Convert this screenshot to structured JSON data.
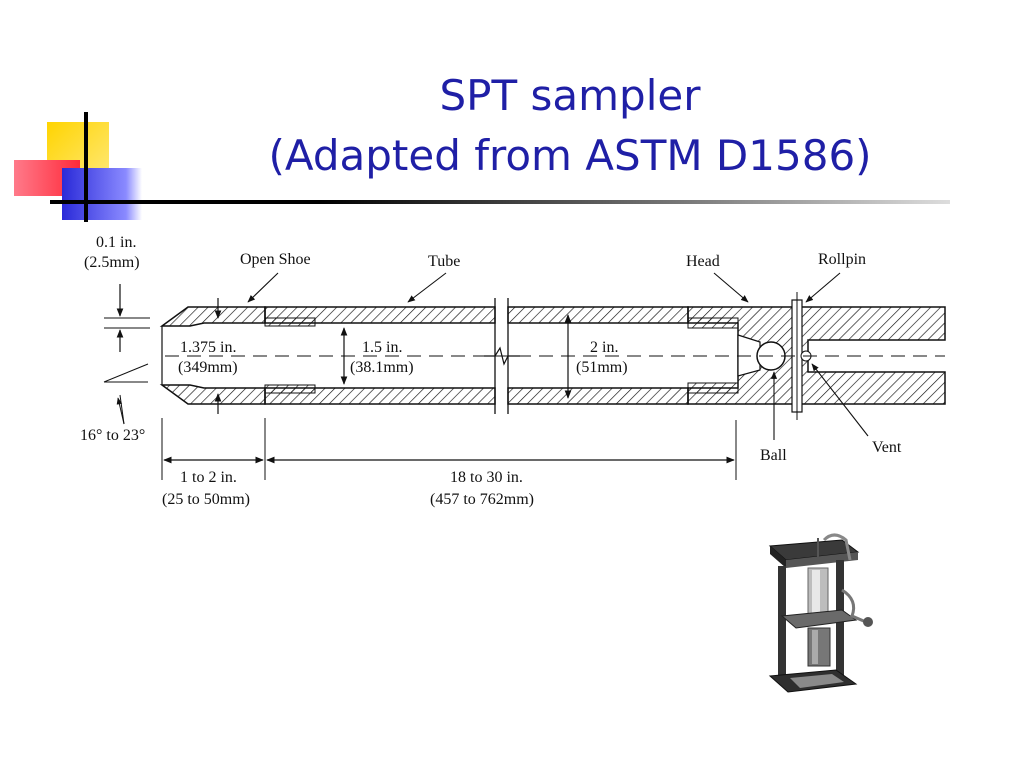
{
  "title": {
    "line1": "SPT sampler",
    "line2": "(Adapted from ASTM D1586)"
  },
  "labels": {
    "thickness_in": "0.1 in.",
    "thickness_mm": "(2.5mm)",
    "open_shoe": "Open Shoe",
    "tube": "Tube",
    "head": "Head",
    "rollpin": "Rollpin",
    "id_in": "1.375 in.",
    "id_mm": "(349mm)",
    "mid_in": "1.5 in.",
    "mid_mm": "(38.1mm)",
    "od_in": "2 in.",
    "od_mm": "(51mm)",
    "angle": "16° to 23°",
    "ball": "Ball",
    "vent": "Vent",
    "shoe_len_in": "1 to 2 in.",
    "shoe_len_mm": "(25 to 50mm)",
    "tube_len_in": "18 to 30 in.",
    "tube_len_mm": "(457 to 762mm)"
  },
  "colors": {
    "title": "#1f1fa6",
    "line": "#111111"
  }
}
